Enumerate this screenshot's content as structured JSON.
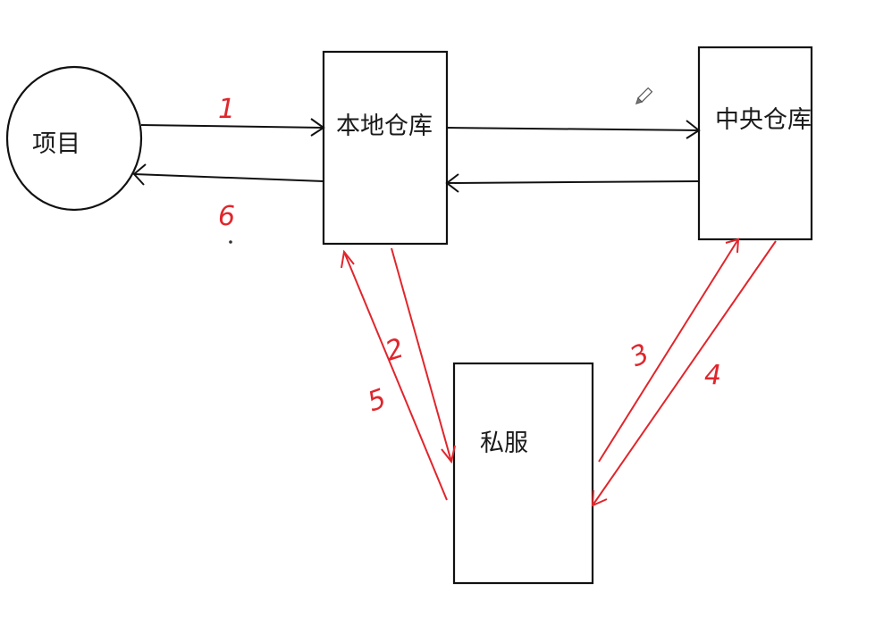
{
  "diagram": {
    "nodes": {
      "project": {
        "label": "项目"
      },
      "local_repo": {
        "label": "本地仓库"
      },
      "central_repo": {
        "label": "中央仓库"
      },
      "private_server": {
        "label": "私服"
      }
    },
    "steps": {
      "s1": "1",
      "s2": "2",
      "s3": "3",
      "s4": "4",
      "s5": "5",
      "s6": "6"
    },
    "colors": {
      "black_edges": "#111111",
      "red_edges": "#e0262c"
    },
    "icons": [
      "pencil-icon"
    ]
  }
}
